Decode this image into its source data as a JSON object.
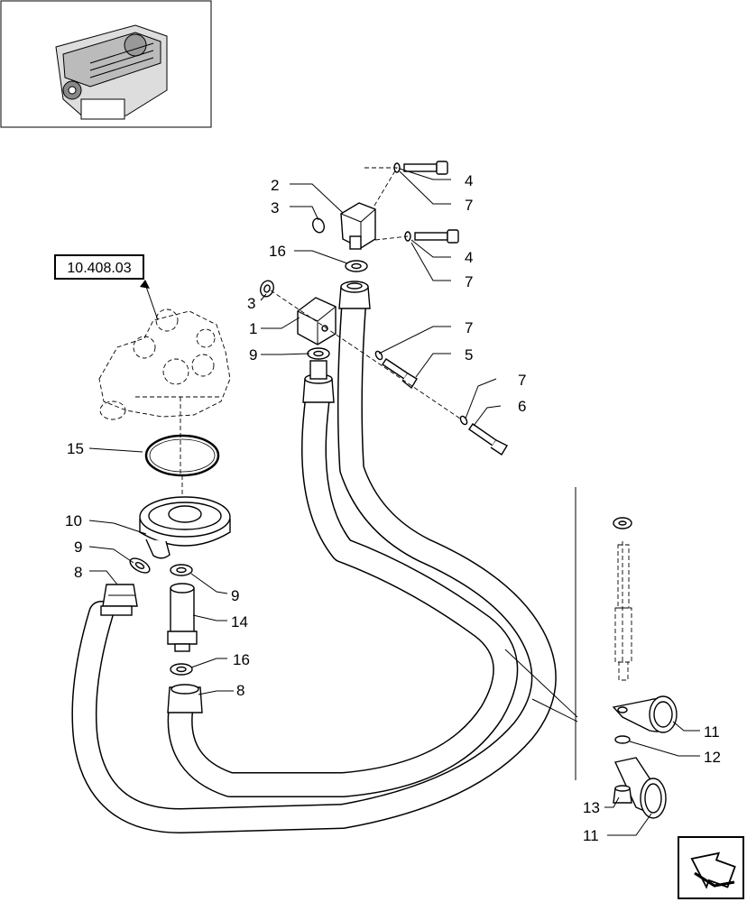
{
  "reference_code": "10.408.03",
  "callouts": [
    "1",
    "2",
    "3",
    "3",
    "4",
    "4",
    "5",
    "6",
    "7",
    "7",
    "7",
    "7",
    "8",
    "8",
    "9",
    "9",
    "9",
    "10",
    "11",
    "11",
    "12",
    "13",
    "14",
    "15",
    "16",
    "16"
  ]
}
